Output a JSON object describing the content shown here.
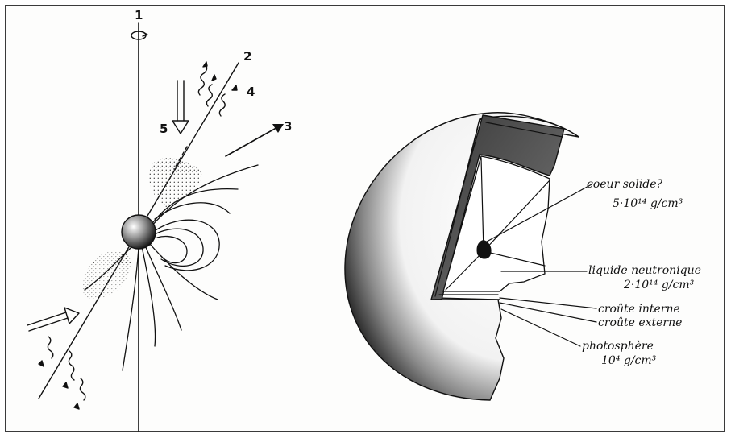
{
  "left_figure": {
    "labels": {
      "axis_1": "1",
      "axis_2": "2",
      "arrow_3": "3",
      "arrow_4": "4",
      "arrow_5": "5"
    }
  },
  "right_figure": {
    "labels": {
      "core_title": "coeur solide?",
      "core_density": "5·10¹⁴ g/cm³",
      "liquid_title": "liquide neutronique",
      "liquid_density": "2·10¹⁴ g/cm³",
      "inner_crust": "croûte interne",
      "outer_crust": "croûte externe",
      "photosphere_title": "photosphère",
      "photosphere_density": "10⁴ g/cm³"
    }
  }
}
